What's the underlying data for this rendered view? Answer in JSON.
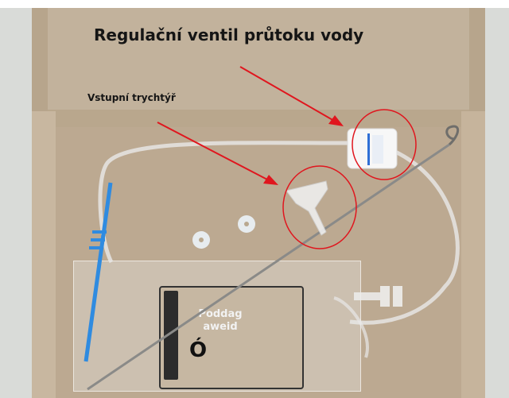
{
  "annotations": {
    "title": "Regulační ventil průtoku vody",
    "funnel_label": "Vstupní trychtýř"
  },
  "package_card": {
    "text_line1": "Poddag",
    "text_line2": "aweid",
    "glyph": "Ó"
  },
  "colors": {
    "annotation_red": "#e0161e",
    "cardboard": "#bca991",
    "blue_clamp": "#2f8be0"
  }
}
